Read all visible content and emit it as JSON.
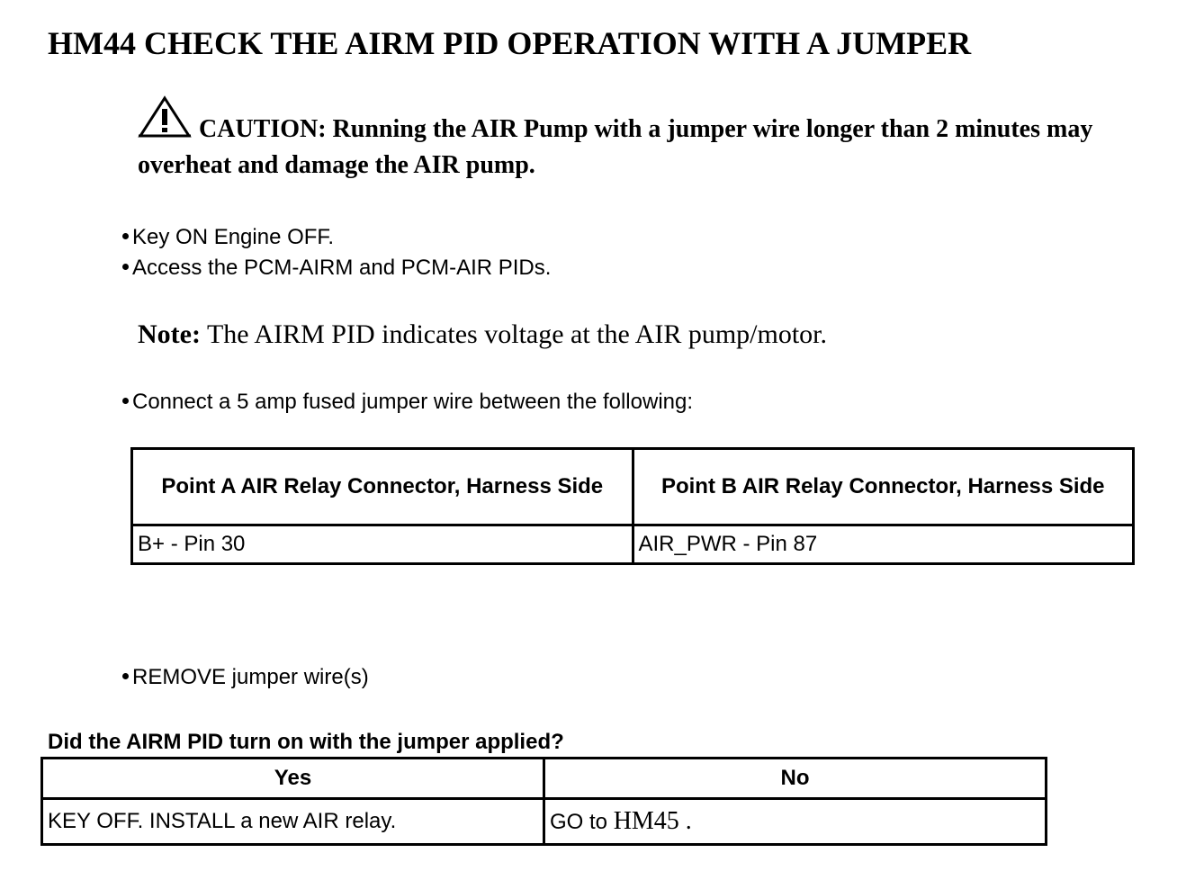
{
  "title": "HM44 CHECK THE AIRM PID OPERATION WITH A JUMPER",
  "caution": {
    "icon": "warning-triangle-icon",
    "text": "CAUTION: Running the AIR Pump with a jumper wire longer than 2 minutes may overheat and damage the AIR pump."
  },
  "steps_before_note": [
    "Key ON Engine OFF.",
    "Access the PCM-AIRM and PCM-AIR PIDs."
  ],
  "note": {
    "label": "Note:",
    "text": "The AIRM PID indicates voltage at the AIR pump/motor."
  },
  "connect_step": "Connect a 5 amp fused jumper wire between the following:",
  "jumper_table": {
    "headers": [
      "Point A AIR Relay Connector, Harness Side",
      "Point B AIR Relay Connector, Harness Side"
    ],
    "rows": [
      [
        "B+ - Pin 30",
        "AIR_PWR - Pin 87"
      ]
    ]
  },
  "remove_step": "REMOVE jumper wire(s)",
  "question": "Did the AIRM PID turn on with the jumper applied?",
  "answer_table": {
    "headers": [
      "Yes",
      "No"
    ],
    "yes_action": "KEY OFF. INSTALL a new AIR relay.",
    "no_prefix": "GO to ",
    "no_ref": "HM45 ."
  }
}
